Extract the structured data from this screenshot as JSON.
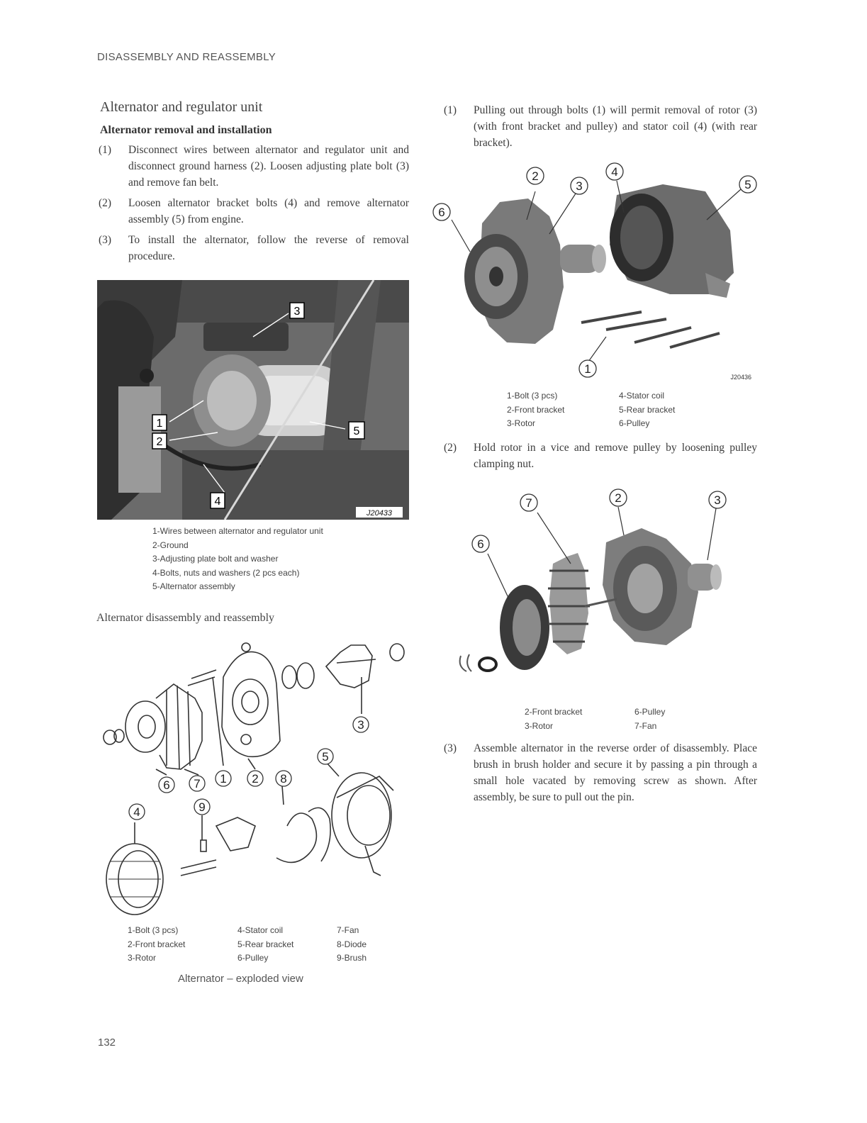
{
  "header": "DISASSEMBLY AND REASSEMBLY",
  "left": {
    "section_title": "Alternator and regulator unit",
    "removal_title": "Alternator removal and installation",
    "steps": [
      {
        "num": "(1)",
        "text": "Disconnect wires between alternator and regulator unit and disconnect ground harness (2). Loosen adjusting plate bolt (3) and remove fan belt."
      },
      {
        "num": "(2)",
        "text": "Loosen alternator bracket bolts (4) and remove alternator assembly (5) from engine."
      },
      {
        "num": "(3)",
        "text": "To install the alternator, follow the reverse of removal procedure."
      }
    ],
    "photo_code": "J20433",
    "photo_callouts": [
      "1",
      "2",
      "3",
      "4",
      "5"
    ],
    "photo_caption": [
      "1-Wires between alternator and regulator unit",
      "2-Ground",
      "3-Adjusting plate bolt and washer",
      "4-Bolts, nuts and washers (2 pcs each)",
      "5-Alternator assembly"
    ],
    "disassembly_title": "Alternator disassembly and reassembly",
    "exploded_callouts": [
      "1",
      "2",
      "3",
      "4",
      "5",
      "6",
      "7",
      "8",
      "9"
    ],
    "exploded_caption": [
      [
        "1-Bolt (3 pcs)",
        "4-Stator coil",
        "7-Fan"
      ],
      [
        "2-Front bracket",
        "5-Rear bracket",
        "8-Diode"
      ],
      [
        "3-Rotor",
        "6-Pulley",
        "9-Brush"
      ]
    ],
    "exploded_title": "Alternator – exploded view"
  },
  "right": {
    "step1": {
      "num": "(1)",
      "text": "Pulling out through bolts (1) will permit removal of rotor (3) (with front bracket and pulley) and stator coil (4) (with rear bracket)."
    },
    "fig1_code": "J20436",
    "fig1_callouts": [
      "1",
      "2",
      "3",
      "4",
      "5",
      "6"
    ],
    "fig1_caption": [
      [
        "1-Bolt (3 pcs)",
        "4-Stator coil"
      ],
      [
        "2-Front bracket",
        "5-Rear bracket"
      ],
      [
        "3-Rotor",
        "6-Pulley"
      ]
    ],
    "step2": {
      "num": "(2)",
      "text": "Hold rotor in a vice and remove pulley by loosening pulley clamping nut."
    },
    "fig2_callouts": [
      "2",
      "3",
      "6",
      "7"
    ],
    "fig2_caption": [
      [
        "2-Front bracket",
        "6-Pulley"
      ],
      [
        "3-Rotor",
        "7-Fan"
      ]
    ],
    "step3": {
      "num": "(3)",
      "text": "Assemble alternator in the reverse order of disassembly. Place brush in brush holder and secure it by passing a pin through a small hole vacated by removing screw as shown. After assembly, be sure to pull out the pin."
    }
  },
  "page_number": "132"
}
